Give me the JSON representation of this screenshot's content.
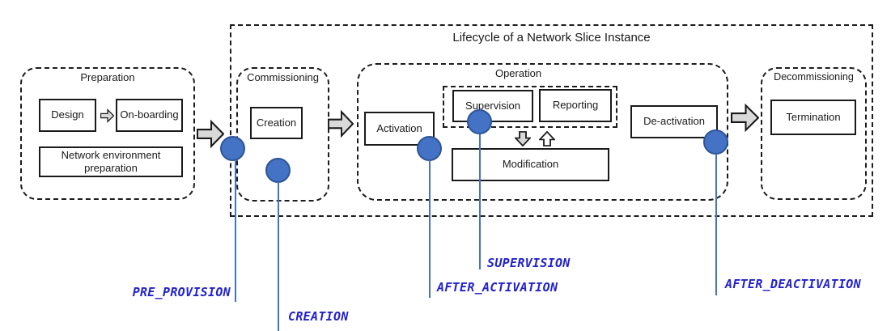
{
  "diagram": {
    "title": "Lifecycle of a Network Slice Instance",
    "phases": {
      "preparation": {
        "label": "Preparation",
        "design": "Design",
        "onboarding": "On-boarding",
        "network_env": "Network environment preparation"
      },
      "commissioning": {
        "label": "Commissioning",
        "creation": "Creation"
      },
      "operation": {
        "label": "Operation",
        "activation": "Activation",
        "supervision": "Supervision",
        "reporting": "Reporting",
        "modification": "Modification",
        "deactivation": "De-activation"
      },
      "decommissioning": {
        "label": "Decommissioning",
        "termination": "Termination"
      }
    },
    "markers": [
      {
        "name": "pre-provision",
        "label": "PRE_PROVISION"
      },
      {
        "name": "creation",
        "label": "CREATION"
      },
      {
        "name": "supervision",
        "label": "SUPERVISION"
      },
      {
        "name": "after-activation",
        "label": "AFTER_ACTIVATION"
      },
      {
        "name": "after-deactivation",
        "label": "AFTER_DEACTIVATION"
      }
    ],
    "colors": {
      "marker_fill": "#4472C4",
      "marker_border": "#2F5597",
      "marker_label_text": "#2222CC",
      "arrow_fill": "#D9D9D9",
      "box_border": "#1a1a1a"
    }
  }
}
